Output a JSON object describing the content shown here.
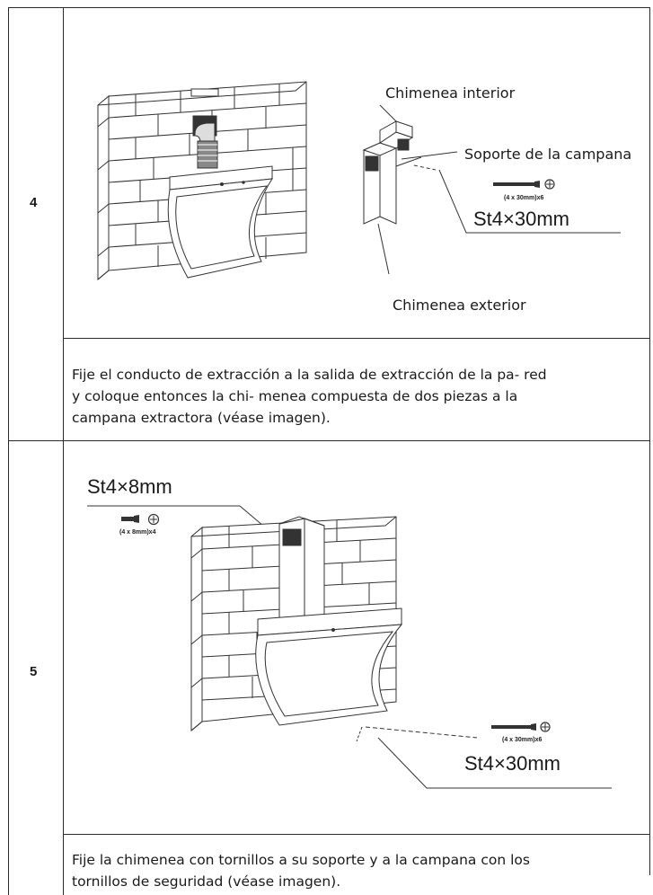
{
  "steps": [
    {
      "number": "4",
      "labels": {
        "inner_chimney": "Chimenea interior",
        "hood_bracket": "Soporte de la campana",
        "screw_spec": "(4 x 30mm)x6",
        "screw_size": "St4×30mm",
        "outer_chimney": "Chimenea exterior"
      },
      "caption": [
        "Fije el conducto de extracción a la salida de extracción de la pa- red",
        "y coloque entonces la chi- menea compuesta de dos piezas a la",
        "campana extractora (véase imagen)."
      ]
    },
    {
      "number": "5",
      "labels": {
        "top_screw_size": "St4×8mm",
        "top_screw_spec": "(4 x 8mm)x4",
        "screw_spec": "(4 x 30mm)x6",
        "screw_size": "St4×30mm"
      },
      "caption": [
        "Fije la chimenea con tornillos a su soporte y a la campana con los",
        "tornillos de seguridad (véase imagen)."
      ]
    }
  ]
}
